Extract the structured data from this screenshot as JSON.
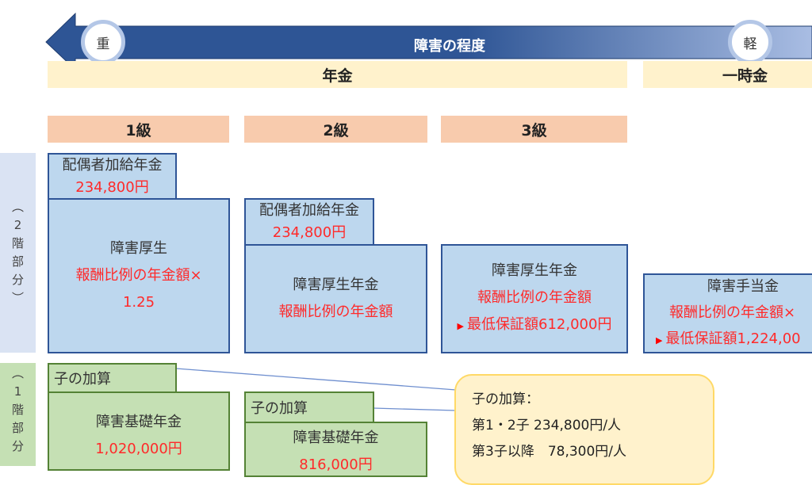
{
  "header": {
    "severity_title": "障害の程度",
    "heavy": "重",
    "light": "軽",
    "pension_band": "年金",
    "lump_sum_band": "一時金"
  },
  "grades": [
    "1級",
    "2級",
    "3級"
  ],
  "side_labels": {
    "tier2": [
      "︵",
      "2",
      "階",
      "部",
      "分",
      "︶"
    ],
    "tier1": [
      "︵",
      "1",
      "階",
      "部",
      "分"
    ]
  },
  "grade1": {
    "spouse_label": "配偶者加給年金",
    "spouse_amount": "234,800円",
    "kosei_title": "障害厚生",
    "kosei_formula": "報酬比例の年金額×",
    "kosei_multiplier": "1.25",
    "child_label": "子の加算",
    "kiso_title": "障害基礎年金",
    "kiso_amount": "1,020,000円"
  },
  "grade2": {
    "spouse_label": "配偶者加給年金",
    "spouse_amount": "234,800円",
    "kosei_title": "障害厚生年金",
    "kosei_formula": "報酬比例の年金額",
    "child_label": "子の加算",
    "kiso_title": "障害基礎年金",
    "kiso_amount": "816,000円"
  },
  "grade3": {
    "kosei_title": "障害厚生年金",
    "kosei_formula": "報酬比例の年金額",
    "kosei_minimum": "最低保証額612,000円"
  },
  "lump_sum": {
    "title": "障害手当金",
    "formula": "報酬比例の年金額×",
    "minimum": "最低保証額1,224,00"
  },
  "callout": {
    "title": "子の加算：",
    "line1": "第1・2子 234,800円/人",
    "line2": "第3子以降　78,300円/人"
  },
  "colors": {
    "arrow_dark": "#2e5595",
    "arrow_light": "#a9bde3",
    "band": "#fff2cc",
    "grade": "#f8cbad",
    "blue_box": "#bdd7ee",
    "green_box": "#c5e0b4",
    "red_text": "#ff2a2a"
  }
}
